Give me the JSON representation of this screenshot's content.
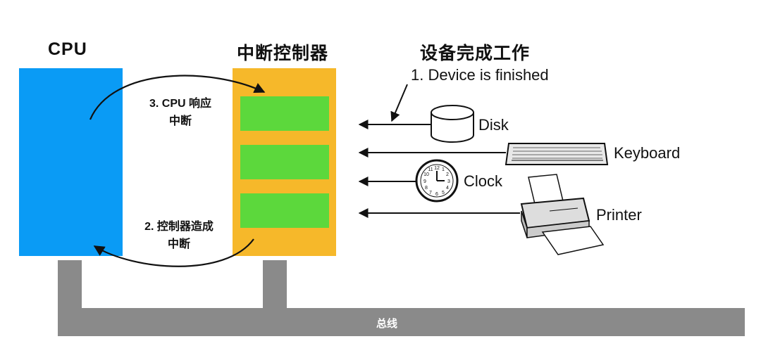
{
  "cpu": {
    "title": "CPU"
  },
  "controller": {
    "title": "中断控制器",
    "slot_count": 3
  },
  "devices_header": "设备完成工作",
  "annotation": "1. Device is finished",
  "steps": {
    "cpu_response": [
      "3. CPU 响应",
      "中断"
    ],
    "controller_cause": [
      "2. 控制器造成",
      "中断"
    ]
  },
  "devices": [
    {
      "label": "Disk",
      "icon": "disk-icon"
    },
    {
      "label": "Keyboard",
      "icon": "keyboard-icon"
    },
    {
      "label": "Clock",
      "icon": "clock-icon"
    },
    {
      "label": "Printer",
      "icon": "printer-icon"
    }
  ],
  "bus": {
    "label": "总线"
  },
  "colors": {
    "cpu": "#0a9bf5",
    "controller": "#f6b82a",
    "slot": "#5cd83c",
    "bus": "#8a8a8a"
  }
}
